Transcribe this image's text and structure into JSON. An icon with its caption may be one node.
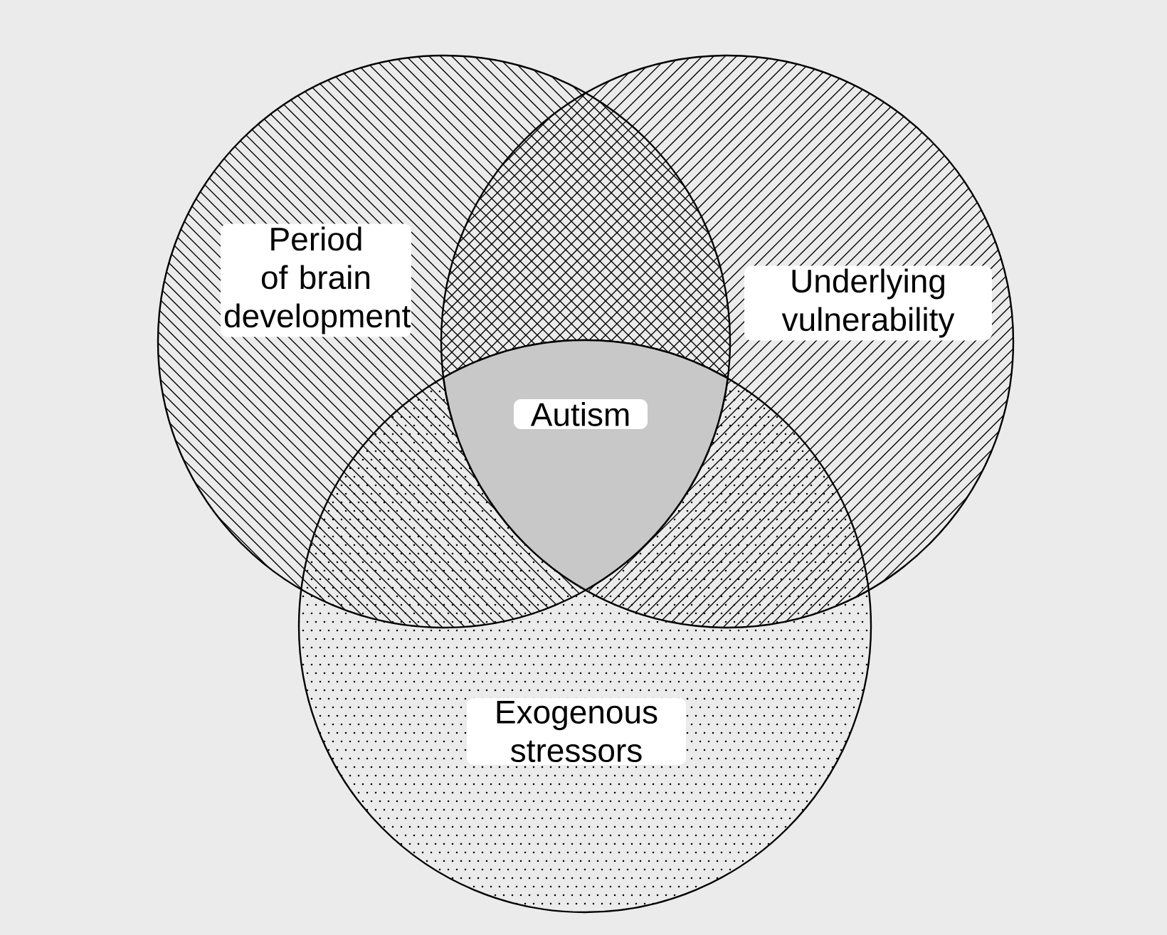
{
  "diagram": {
    "nodes": [
      {
        "text": [
          "Period of brain development"
        ]
      },
      {
        "text": [
          "Underlying vulnerability"
        ]
      },
      {
        "text": [
          "Exogenous stressors"
        ]
      },
      {
        "text": [
          "Autism"
        ]
      }
    ]
  }
}
